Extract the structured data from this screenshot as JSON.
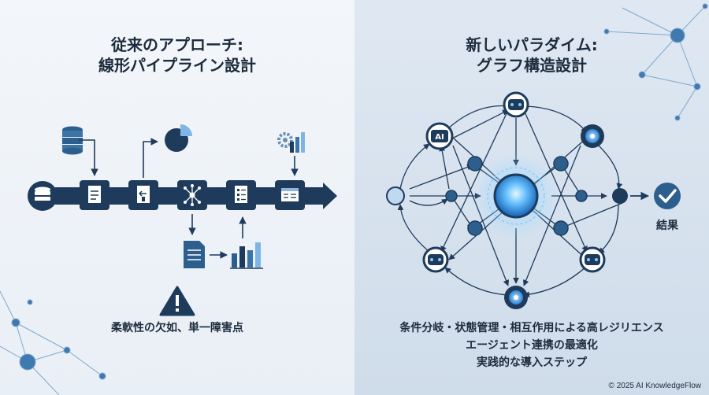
{
  "left_panel": {
    "title_line1": "従来のアプローチ:",
    "title_line2": "線形パイプライン設計",
    "caption": "柔軟性の欠如、単一障害点"
  },
  "right_panel": {
    "title_line1": "新しいパラダイム:",
    "title_line2": "グラフ構造設計",
    "caption_line1": "条件分岐・状態管理・相互作用による高レジリエンス",
    "caption_line2": "エージェント連携の最適化",
    "caption_line3": "実践的な導入ステップ",
    "result_label": "結果",
    "ai_badge": "AI"
  },
  "footer": {
    "copyright": "© 2025 AI KnowledgeFlow"
  },
  "colors": {
    "navy": "#1f3b5c",
    "mid_blue": "#2d5f8e",
    "light_blue": "#8fb6dc",
    "glow": "#3fa9f5",
    "warning": "#1f3b5c"
  },
  "icons": [
    "database-icon",
    "document-icon",
    "pie-chart-icon",
    "network-icon",
    "gear-chart-icon",
    "bar-chart-icon",
    "warning-icon",
    "robot-icon",
    "check-icon"
  ]
}
